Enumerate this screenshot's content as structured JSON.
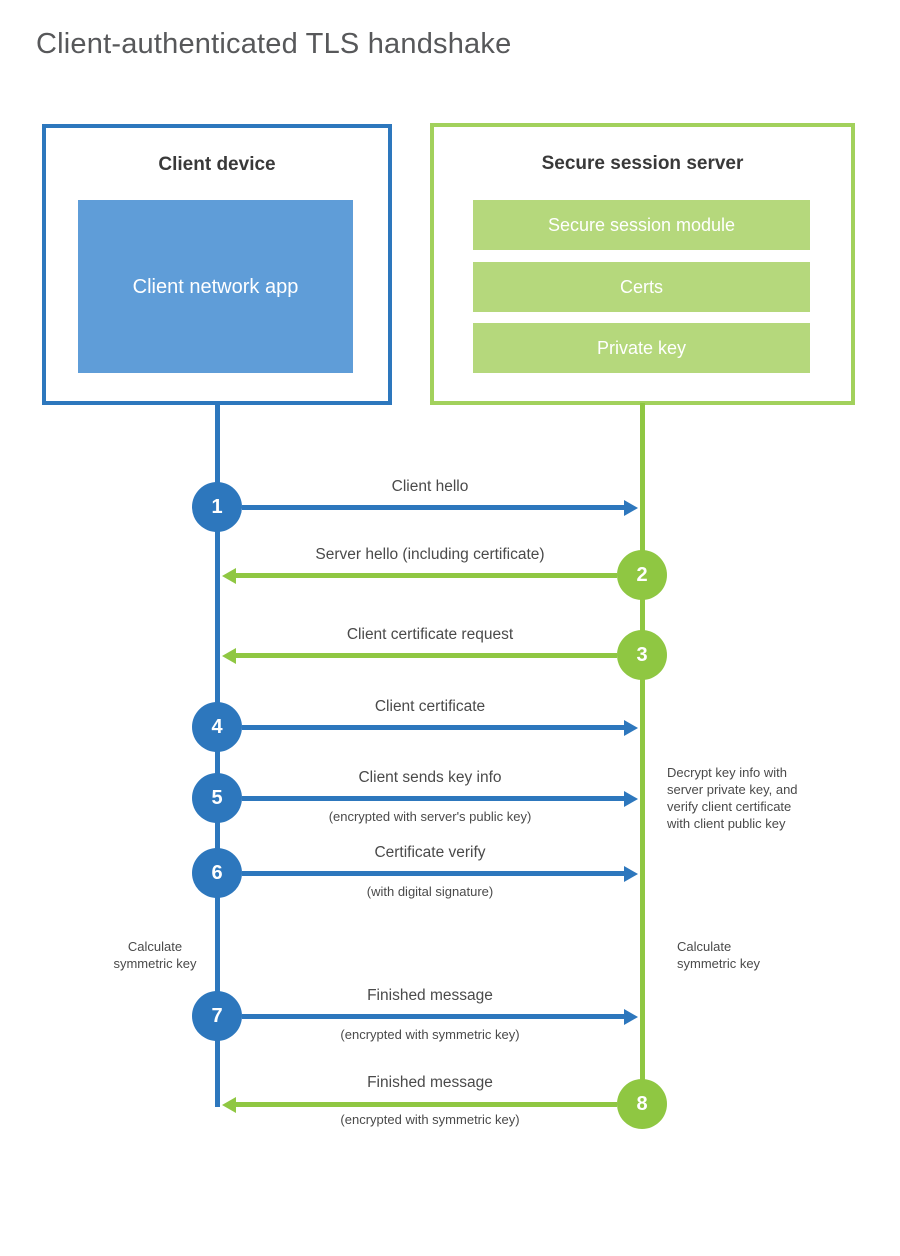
{
  "title": "Client-authenticated TLS handshake",
  "client": {
    "title": "Client device",
    "app_label": "Client network app"
  },
  "server": {
    "title": "Secure session server",
    "modules": [
      "Secure session module",
      "Certs",
      "Private key"
    ]
  },
  "messages": [
    {
      "num": "1",
      "label": "Client hello",
      "sub": "",
      "direction": "right",
      "color": "blue"
    },
    {
      "num": "2",
      "label": "Server hello (including certificate)",
      "sub": "",
      "direction": "left",
      "color": "green"
    },
    {
      "num": "3",
      "label": "Client certificate request",
      "sub": "",
      "direction": "left",
      "color": "green"
    },
    {
      "num": "4",
      "label": "Client certificate",
      "sub": "",
      "direction": "right",
      "color": "blue"
    },
    {
      "num": "5",
      "label": "Client sends key info",
      "sub": "(encrypted with server's public key)",
      "direction": "right",
      "color": "blue"
    },
    {
      "num": "6",
      "label": "Certificate verify",
      "sub": "(with digital signature)",
      "direction": "right",
      "color": "blue"
    },
    {
      "num": "7",
      "label": "Finished message",
      "sub": "(encrypted with symmetric key)",
      "direction": "right",
      "color": "blue"
    },
    {
      "num": "8",
      "label": "Finished message",
      "sub": "(encrypted with symmetric key)",
      "direction": "left",
      "color": "green"
    }
  ],
  "annotations": {
    "decrypt_note": "Decrypt key info with\nserver private key, and\nverify client certificate\nwith client public key",
    "calc_left": "Calculate\nsymmetric key",
    "calc_right": "Calculate\nsymmetric key"
  },
  "colors": {
    "blue_line": "#2d77bd",
    "blue_fill": "#5f9dd8",
    "green_line": "#8fc742",
    "green_border": "#a2d15c",
    "green_fill": "#b5d87c",
    "text": "#4a4a4a",
    "title_text": "#57585a"
  }
}
